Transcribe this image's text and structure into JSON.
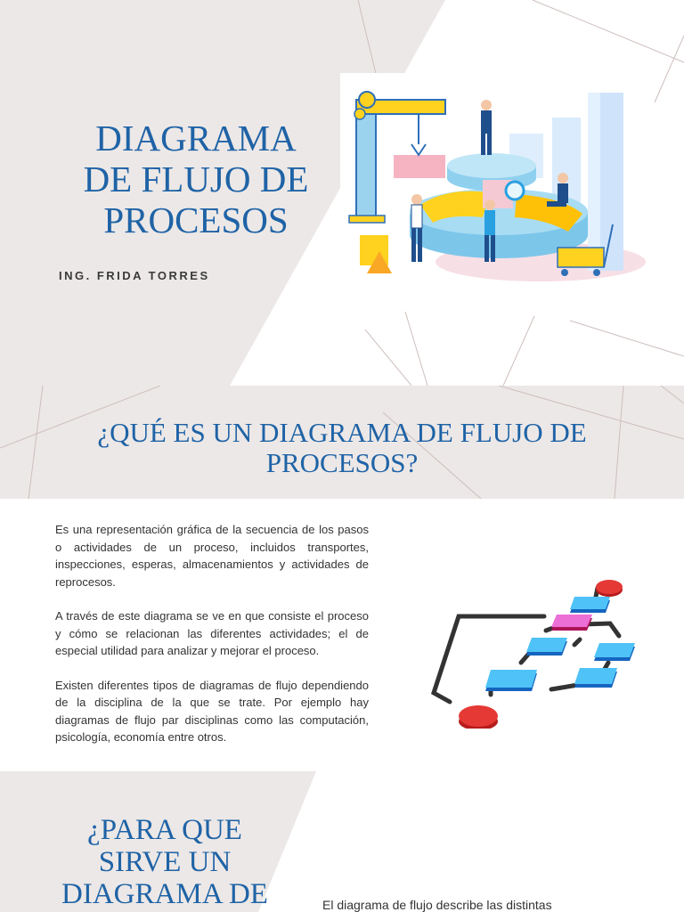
{
  "slide1": {
    "title_lines": [
      "DIAGRAMA",
      "DE FLUJO DE",
      "PROCESOS"
    ],
    "author": "ING. FRIDA TORRES",
    "illustration_icon": "factory-workers-illustration-icon"
  },
  "slide2": {
    "heading_lines": [
      "¿QUÉ ES UN DIAGRAMA DE FLUJO DE",
      "PROCESOS?"
    ],
    "paragraphs": [
      "Es una representación gráfica de la secuencia de los pasos o actividades de un proceso, incluidos transportes, inspecciones, esperas, almacenamientos y actividades de reprocesos.",
      "A través de este diagrama se ve en que consiste el proceso y cómo se relacionan las diferentes actividades; el de especial utilidad para analizar y mejorar el proceso.",
      "Existen diferentes tipos de diagramas de flujo dependiendo de la disciplina de la que se trate. Por ejemplo hay diagramas de flujo par disciplinas como las computación, psicología, economía entre otros."
    ],
    "flowchart_icon": "flowchart-icon"
  },
  "slide3": {
    "heading_lines": [
      "¿PARA QUE",
      "SIRVE UN",
      "DIAGRAMA DE"
    ],
    "partial_text": "El diagrama de flujo describe las distintas"
  },
  "colors": {
    "accent": "#1f63a6",
    "panel_bg": "#ece8e7",
    "text": "#333333"
  }
}
